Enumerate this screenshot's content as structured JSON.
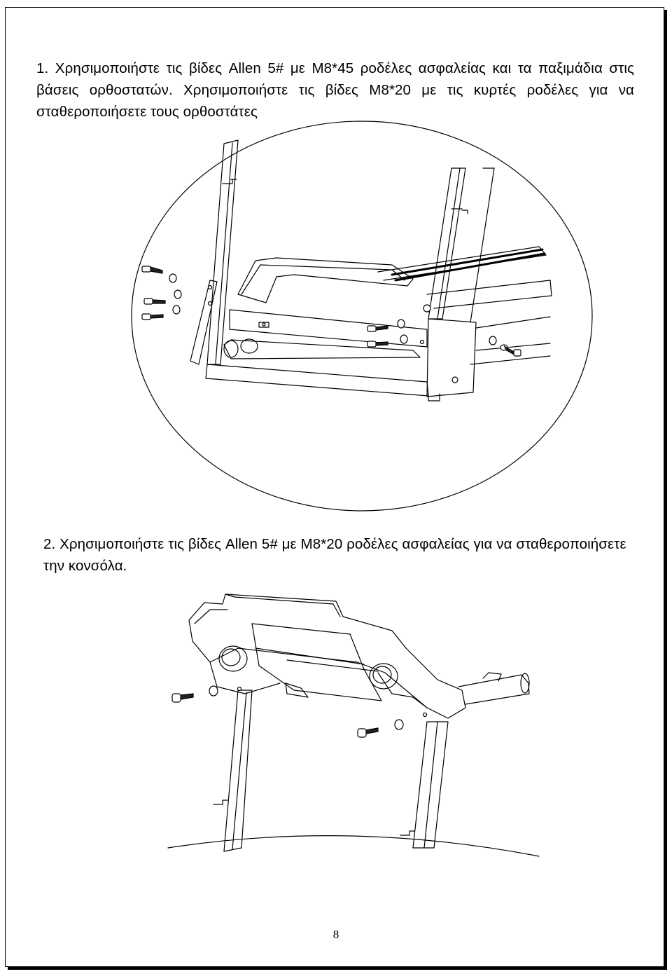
{
  "step1": {
    "text": "1. Χρησιμοποιήστε τις βίδες Allen 5# με M8*45 ροδέλες ασφαλείας και τα παξιμάδια στις βάσεις ορθοστατών. Χρησιμοποιήστε τις βίδες M8*20 με τις κυρτές ροδέλες για να σταθεροποιήσετε τους ορθοστάτες"
  },
  "step2": {
    "text": "2. Χρησιμοποιήστε τις βίδες Allen 5# με M8*20 ροδέλες ασφαλείας για να σταθεροποιήσετε την κονσόλα."
  },
  "page_number": "8",
  "figures": {
    "figure1_icon": "upright-base-assembly-drawing",
    "figure2_icon": "console-mounting-drawing"
  }
}
